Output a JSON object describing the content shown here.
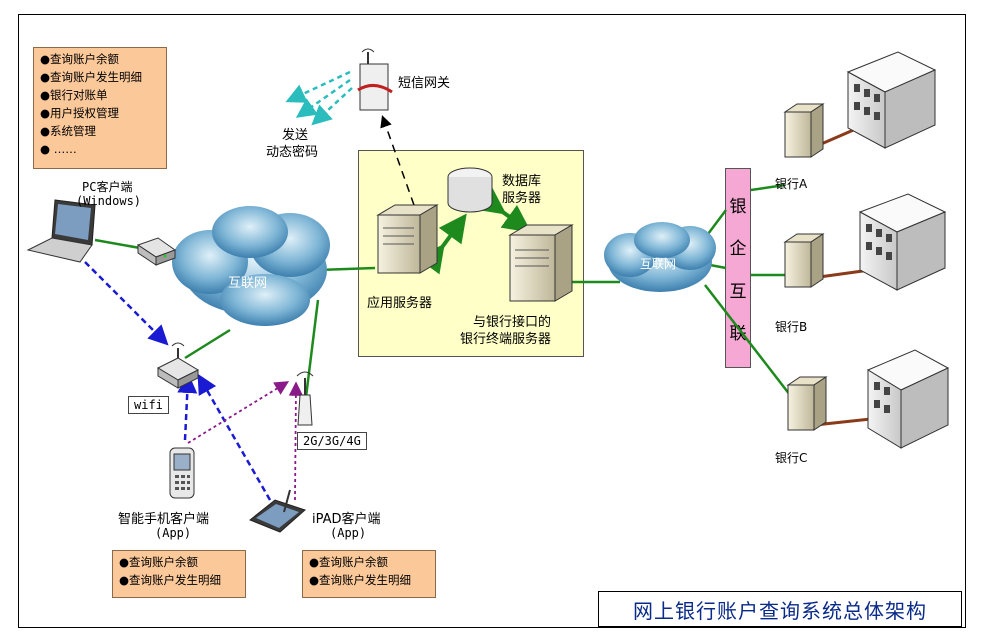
{
  "title": "网上银行账户查询系统总体架构",
  "pc_features": [
    "●查询账户余额",
    "●查询账户发生明细",
    "●银行对账单",
    "●用户授权管理",
    "●系统管理",
    "● ……"
  ],
  "pc_client": {
    "line1": "PC客户端",
    "line2": "(Windows)"
  },
  "sms_gateway": "短信网关",
  "send_dynamic_password": {
    "line1": "发送",
    "line2": "动态密码"
  },
  "db_server": {
    "line1": "数据库",
    "line2": "服务器"
  },
  "app_server": "应用服务器",
  "bank_interface_server": {
    "line1": "与银行接口的",
    "line2": "银行终端服务器"
  },
  "internet_left": "互联网",
  "internet_right": "互联网",
  "bank_enterprise_link": [
    "银",
    "企",
    "互",
    "联"
  ],
  "banks": [
    "银行A",
    "银行B",
    "银行C"
  ],
  "wifi_label": "wifi",
  "mobile_network_label": "2G/3G/4G",
  "smartphone_client": {
    "line1": "智能手机客户端",
    "line2": "(App)"
  },
  "ipad_client": {
    "line1": "iPAD客户端",
    "line2": "(App)"
  },
  "mobile_features": [
    "●查询账户余额",
    "●查询账户发生明细"
  ],
  "ipad_features": [
    "●查询账户余额",
    "●查询账户发生明细"
  ],
  "colors": {
    "green_link": "#1e8a1e",
    "blue_dashed": "#1a1ad2",
    "purple_dotted": "#8a1a8a",
    "teal_signal": "#2bbdbd",
    "bank_link": "#8b3a1a",
    "feature_box": "#fbc89a",
    "server_zone": "#ffffc8",
    "bank_bar": "#f5a8d3"
  }
}
